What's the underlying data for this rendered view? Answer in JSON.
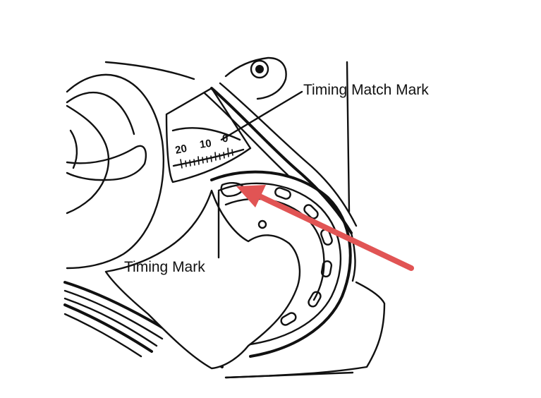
{
  "labels": {
    "timing_match_mark": "Timing Match Mark",
    "timing_mark": "Timing Mark"
  },
  "scale": {
    "numbers": [
      "20",
      "10",
      "0"
    ]
  },
  "colors": {
    "arrow": "#e15454",
    "ink": "#111111",
    "background": "#ffffff"
  }
}
